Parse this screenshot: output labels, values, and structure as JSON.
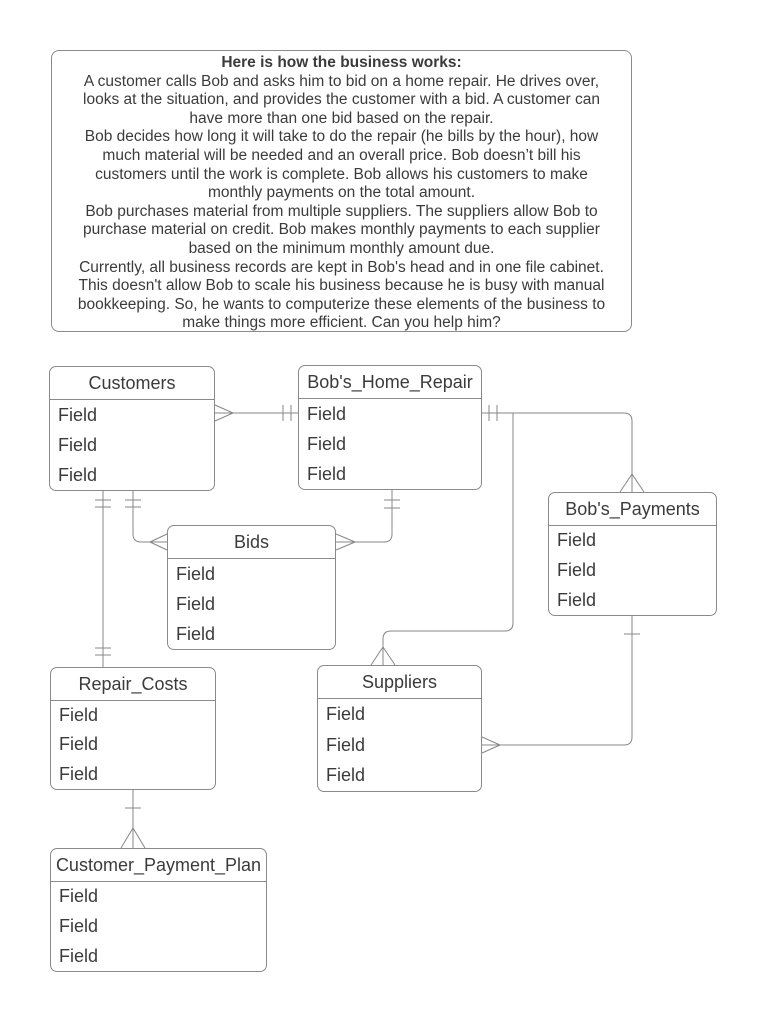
{
  "narrative": {
    "title": "Here is how the business works:",
    "lines": [
      "A customer calls Bob and asks him to bid on a home repair. He drives over,",
      "looks at the situation, and provides the customer with a bid. A customer can",
      "have more than one bid based on the repair.",
      "Bob decides how long it will take to do the repair (he bills by the hour), how",
      "much material will be needed and an overall price. Bob doesn’t bill his",
      "customers until the work is complete. Bob allows his customers to make",
      "monthly payments on the total amount.",
      "Bob purchases material from multiple suppliers. The suppliers allow Bob to",
      "purchase material on credit. Bob makes monthly payments to each supplier",
      "based on the minimum monthly amount due.",
      "Currently, all business records are kept in Bob's head and in one file cabinet.",
      "This doesn't allow Bob to scale his business because he is busy with manual",
      "bookkeeping. So, he wants to computerize these elements of the business to",
      "make things more efficient. Can you help him?"
    ]
  },
  "entities": [
    {
      "title": "Customers",
      "fields": [
        "Field",
        "Field",
        "Field"
      ]
    },
    {
      "title": "Bob's_Home_Repair",
      "fields": [
        "Field",
        "Field",
        "Field"
      ]
    },
    {
      "title": "Bids",
      "fields": [
        "Field",
        "Field",
        "Field"
      ]
    },
    {
      "title": "Bob's_Payments",
      "fields": [
        "Field",
        "Field",
        "Field"
      ]
    },
    {
      "title": "Repair_Costs",
      "fields": [
        "Field",
        "Field",
        "Field"
      ]
    },
    {
      "title": "Suppliers",
      "fields": [
        "Field",
        "Field",
        "Field"
      ]
    },
    {
      "title": "Customer_Payment_Plan",
      "fields": [
        "Field",
        "Field",
        "Field"
      ]
    }
  ],
  "relationships": [
    {
      "from": "Customers",
      "from_cardinality": "many",
      "to": "Bob's_Home_Repair",
      "to_cardinality": "one-and-only-one"
    },
    {
      "from": "Bob's_Home_Repair",
      "from_cardinality": "one-and-only-one",
      "to": "Bob's_Payments",
      "to_cardinality": "many"
    },
    {
      "from": "Bob's_Home_Repair",
      "from_cardinality": "one-and-only-one",
      "to": "Suppliers",
      "to_cardinality": "many"
    },
    {
      "from": "Customers",
      "from_cardinality": "one-and-only-one",
      "to": "Bids",
      "to_cardinality": "many"
    },
    {
      "from": "Bob's_Home_Repair",
      "from_cardinality": "one-and-only-one",
      "to": "Bids",
      "to_cardinality": "many"
    },
    {
      "from": "Customers",
      "from_cardinality": "one-and-only-one",
      "to": "Repair_Costs",
      "to_cardinality": "one-and-only-one"
    },
    {
      "from": "Bob's_Payments",
      "from_cardinality": "one",
      "to": "Suppliers",
      "to_cardinality": "many"
    },
    {
      "from": "Repair_Costs",
      "from_cardinality": "one",
      "to": "Customer_Payment_Plan",
      "to_cardinality": "many"
    }
  ],
  "colors": {
    "background": "#ffffff",
    "border": "#8a8a8a",
    "line": "#878787",
    "text": "#3b3b3b"
  }
}
